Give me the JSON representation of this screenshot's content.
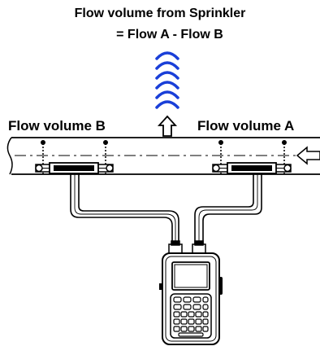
{
  "title": {
    "line1": "Flow volume from Sprinkler",
    "line2": "= Flow A - Flow B"
  },
  "labels": {
    "flow_b": "Flow volume B",
    "flow_a": "Flow volume A"
  },
  "colors": {
    "sprinkler_arcs": "#1a3fd8",
    "line": "#000000"
  },
  "icons": {
    "sprinkler": "sprinkler-spray-arcs",
    "up_arrow": "up-arrow-icon",
    "flow_arrow": "left-arrow-icon",
    "meter": "handheld-flow-meter"
  }
}
